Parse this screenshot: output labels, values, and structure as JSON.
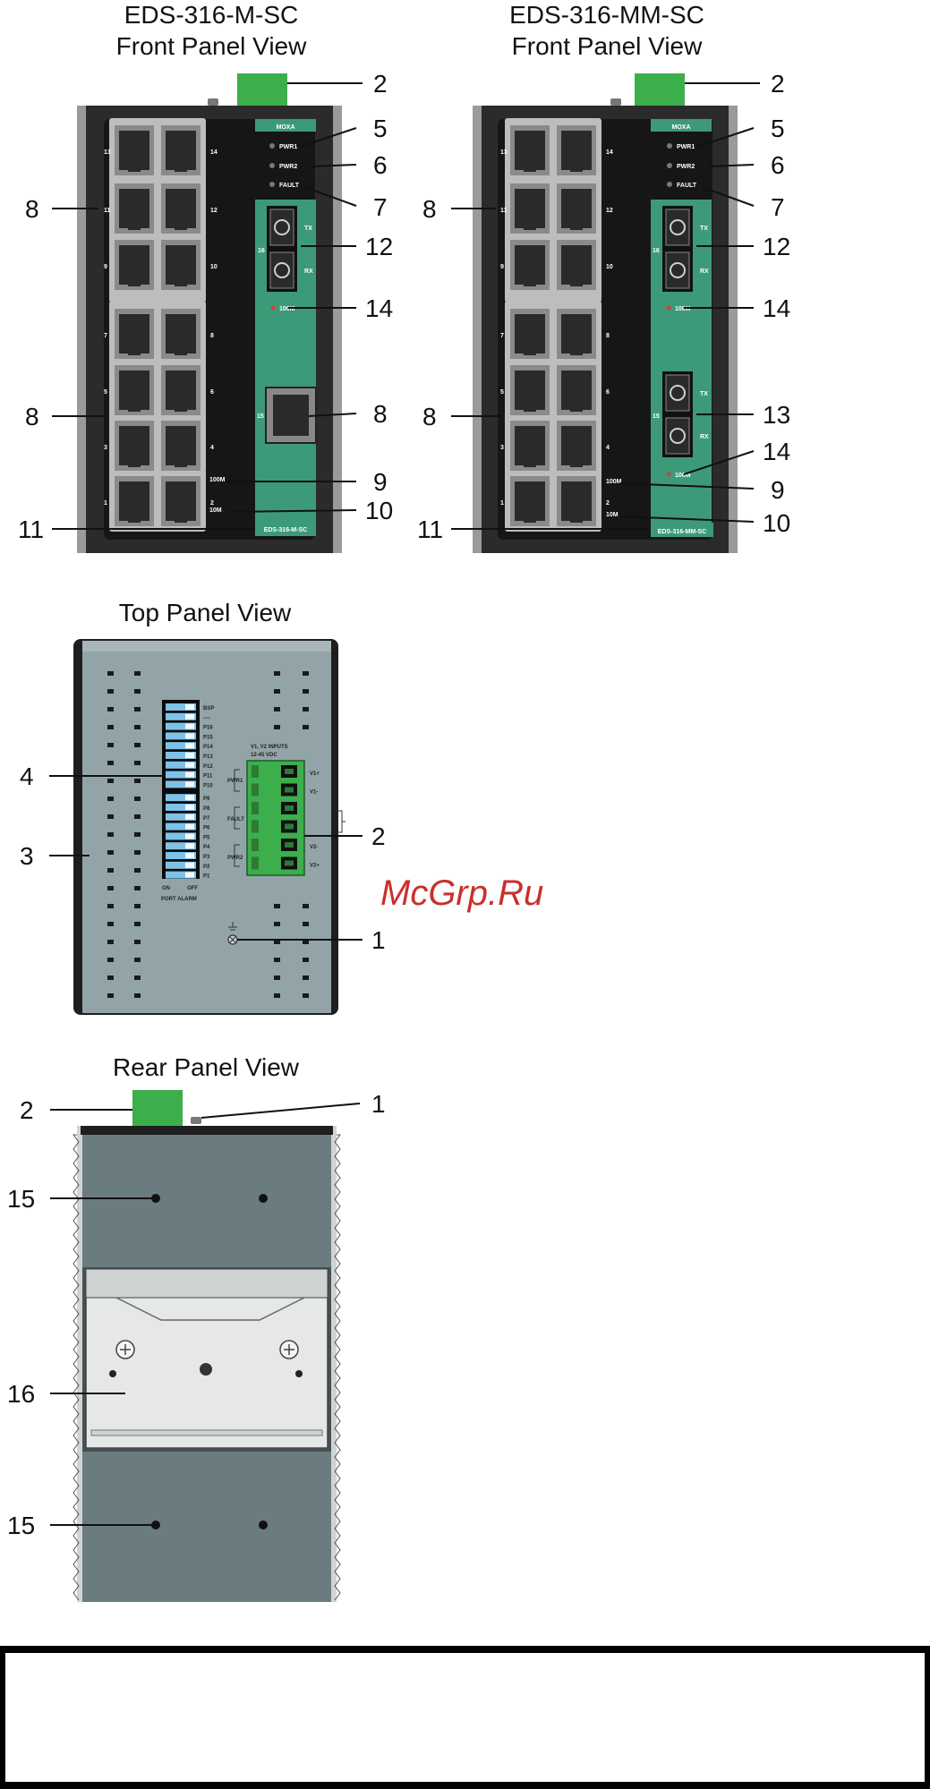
{
  "front_left": {
    "title_line1": "EDS-316-M-SC",
    "title_line2": "Front Panel View",
    "brand": "MOXA",
    "led_pwr1": "PWR1",
    "led_pwr2": "PWR2",
    "led_fault": "FAULT",
    "port_numbers_left": [
      "13",
      "11",
      "9",
      "7",
      "5",
      "3",
      "1"
    ],
    "port_numbers_right": [
      "14",
      "12",
      "10",
      "8",
      "6",
      "4",
      "2"
    ],
    "fiber_port_number": "16",
    "fiber_tx": "TX",
    "fiber_rx": "RX",
    "fiber_100m": "100M",
    "rj45_port_number": "15",
    "led_100m": "100M",
    "led_10m": "10M",
    "model_label": "EDS-316-M-SC",
    "callouts": {
      "c2": "2",
      "c5": "5",
      "c6": "6",
      "c7": "7",
      "c8a": "8",
      "c12": "12",
      "c14": "14",
      "c8b": "8",
      "c8c": "8",
      "c9": "9",
      "c10": "10",
      "c11": "11"
    }
  },
  "front_right": {
    "title_line1": "EDS-316-MM-SC",
    "title_line2": "Front Panel View",
    "brand": "MOXA",
    "led_pwr1": "PWR1",
    "led_pwr2": "PWR2",
    "led_fault": "FAULT",
    "port_numbers_left": [
      "13",
      "11",
      "9",
      "7",
      "5",
      "3",
      "1"
    ],
    "port_numbers_right": [
      "14",
      "12",
      "10",
      "8",
      "6",
      "4",
      "2"
    ],
    "fiber1_port_number": "16",
    "fiber1_tx": "TX",
    "fiber1_rx": "RX",
    "fiber1_100m": "100M",
    "fiber2_port_number": "15",
    "fiber2_tx": "TX",
    "fiber2_rx": "RX",
    "fiber2_100m": "100M",
    "led_100m": "100M",
    "led_10m": "10M",
    "model_label": "EDS-316-MM-SC",
    "callouts": {
      "c2": "2",
      "c5": "5",
      "c6": "6",
      "c7": "7",
      "c8a": "8",
      "c12": "12",
      "c14a": "14",
      "c8b": "8",
      "c13": "13",
      "c14b": "14",
      "c9": "9",
      "c10": "10",
      "c11": "11"
    }
  },
  "top_panel": {
    "title": "Top Panel View",
    "dip_labels": [
      "BSP",
      "----",
      "P16",
      "P15",
      "P14",
      "P13",
      "P12",
      "P11",
      "P10",
      "P9",
      "P8",
      "P7",
      "P6",
      "P5",
      "P4",
      "P3",
      "P2",
      "P1"
    ],
    "dip_on": "ON",
    "dip_off": "OFF",
    "dip_caption": "PORT ALARM",
    "inputs_header_line1": "V1, V2 INPUTS",
    "inputs_header_line2": "12-45 VDC",
    "terminal_labels": [
      "V1+",
      "V1-",
      "",
      "",
      "V2-",
      "V2+"
    ],
    "pwr1": "PWR1",
    "fault": "FAULT",
    "pwr2": "PWR2",
    "callouts": {
      "c4": "4",
      "c3": "3",
      "c2": "2",
      "c1": "1"
    }
  },
  "rear_panel": {
    "title": "Rear Panel View",
    "callouts": {
      "c2": "2",
      "c1": "1",
      "c15a": "15",
      "c16": "16",
      "c15b": "15"
    }
  },
  "watermark": "McGrp.Ru",
  "colors": {
    "housing": "#2b2b2b",
    "green_panel": "#3d9a78",
    "terminal_green": "#3cae4c",
    "top_panel": "#93a4a8",
    "rear_panel": "#6a7c80",
    "din_rail": "#e5e7e8",
    "dip_blue": "#7ec2e8",
    "watermark": "#c9302c"
  }
}
